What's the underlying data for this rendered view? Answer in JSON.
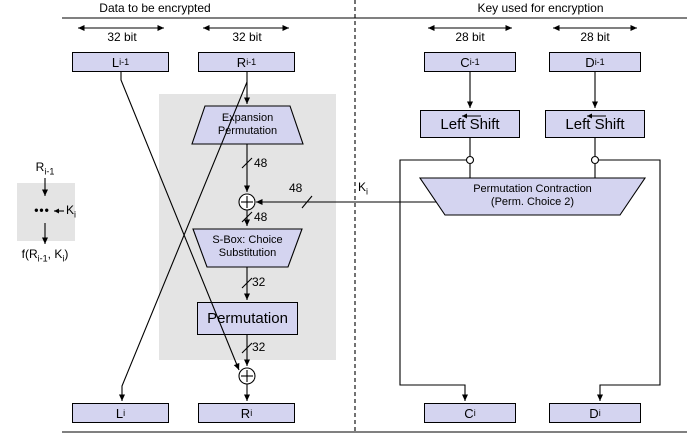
{
  "titles": {
    "left": "Data to be encrypted",
    "right": "Key used for encryption"
  },
  "bit_widths": {
    "left_l": "32 bit",
    "left_r": "32 bit",
    "right_c": "28 bit",
    "right_d": "28 bit"
  },
  "registers": {
    "l_prev": {
      "base": "L",
      "sub": "i-1"
    },
    "r_prev": {
      "base": "R",
      "sub": "i-1"
    },
    "c_prev": {
      "base": "C",
      "sub": "i-1"
    },
    "d_prev": {
      "base": "D",
      "sub": "i-1"
    },
    "l_next": {
      "base": "L",
      "sub": "i"
    },
    "r_next": {
      "base": "R",
      "sub": "i"
    },
    "c_next": {
      "base": "C",
      "sub": "i"
    },
    "d_next": {
      "base": "D",
      "sub": "i"
    }
  },
  "blocks": {
    "expansion_line1": "Expansion",
    "expansion_line2": "Permutation",
    "sbox_line1": "S-Box: Choice",
    "sbox_line2": "Substitution",
    "permutation": "Permutation",
    "left_shift_c": "Left Shift",
    "left_shift_d": "Left Shift",
    "perm_contraction_line1": "Permutation Contraction",
    "perm_contraction_line2": "(Perm. Choice 2)"
  },
  "wire_labels": {
    "expansion_out": "48",
    "subkey_width": "48",
    "xor_out": "48",
    "sbox_out": "32",
    "permutation_out": "32",
    "subkey": {
      "base": "K",
      "sub": "i"
    }
  },
  "legend": {
    "input": {
      "base": "R",
      "sub": "i-1"
    },
    "dots": "•••",
    "key": {
      "base": "K",
      "sub": "i"
    },
    "f_p1": "f(R",
    "f_sub1": "i-1",
    "f_p2": ", K",
    "f_sub2": "i",
    "f_p3": ")"
  },
  "colors": {
    "box_fill": "#d4d4f0",
    "shaded_region": "#e4e4e4",
    "line": "#000000",
    "background": "#ffffff"
  }
}
